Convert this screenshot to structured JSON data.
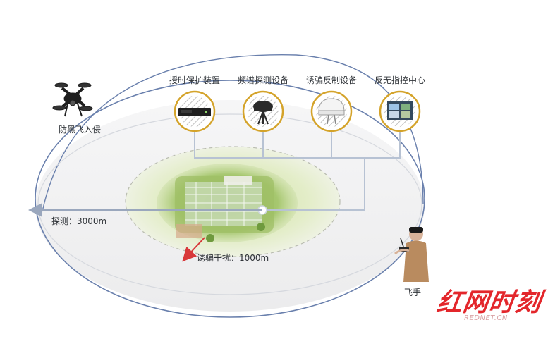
{
  "nodes": [
    {
      "id": "timing",
      "label": "授时保护装置",
      "icon": "rack-device-icon"
    },
    {
      "id": "spectrum",
      "label": "频谱探测设备",
      "icon": "radar-tripod-icon"
    },
    {
      "id": "spoof",
      "label": "诱骗反制设备",
      "icon": "dome-antenna-icon"
    },
    {
      "id": "center",
      "label": "反无指控中心",
      "icon": "control-monitor-icon"
    }
  ],
  "labels": {
    "anti_intrusion": "防黑飞入侵",
    "detect_range": "探测：3000m",
    "jam_range": "诱骗干扰：1000m",
    "pilot": "飞手"
  },
  "watermark": {
    "main": "红网时刻",
    "sub": "REDNET.CN"
  },
  "colors": {
    "outer_ring": "#6a80ad",
    "inner_ring": "#c9ccd3",
    "node_ring": "#d4a32a",
    "connector": "#b7c2d3",
    "detect_arrow": "#9aa7bd",
    "jam_arrow": "#d8383a",
    "watermark": "#e3262b"
  }
}
